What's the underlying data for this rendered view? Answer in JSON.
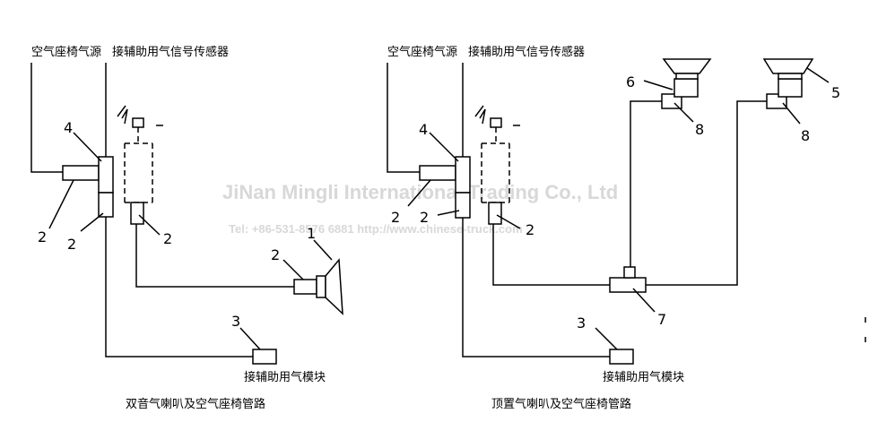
{
  "left_diagram": {
    "label_air_seat_source": "空气座椅气源",
    "label_aux_sensor": "接辅助用气信号传感器",
    "label_aux_module": "接辅助用气模块",
    "caption": "双音气喇叭及空气座椅管路",
    "n4": "4",
    "n2a": "2",
    "n2b": "2",
    "n2c": "2",
    "n2d": "2",
    "n1": "1",
    "n3": "3"
  },
  "right_diagram": {
    "label_air_seat_source": "空气座椅气源",
    "label_aux_sensor": "接辅助用气信号传感器",
    "label_aux_module": "接辅助用气模块",
    "caption": "顶置气喇叭及空气座椅管路",
    "n4": "4",
    "n2a": "2",
    "n2b": "2",
    "n2c": "2",
    "n6": "6",
    "n5": "5",
    "n8a": "8",
    "n8b": "8",
    "n7": "7",
    "n3": "3"
  },
  "watermark": {
    "line1": "JiNan Mingli International Trading Co., Ltd",
    "line2": "Tel: +86-531-8576 6881   http://www.chinese-truck.com"
  }
}
